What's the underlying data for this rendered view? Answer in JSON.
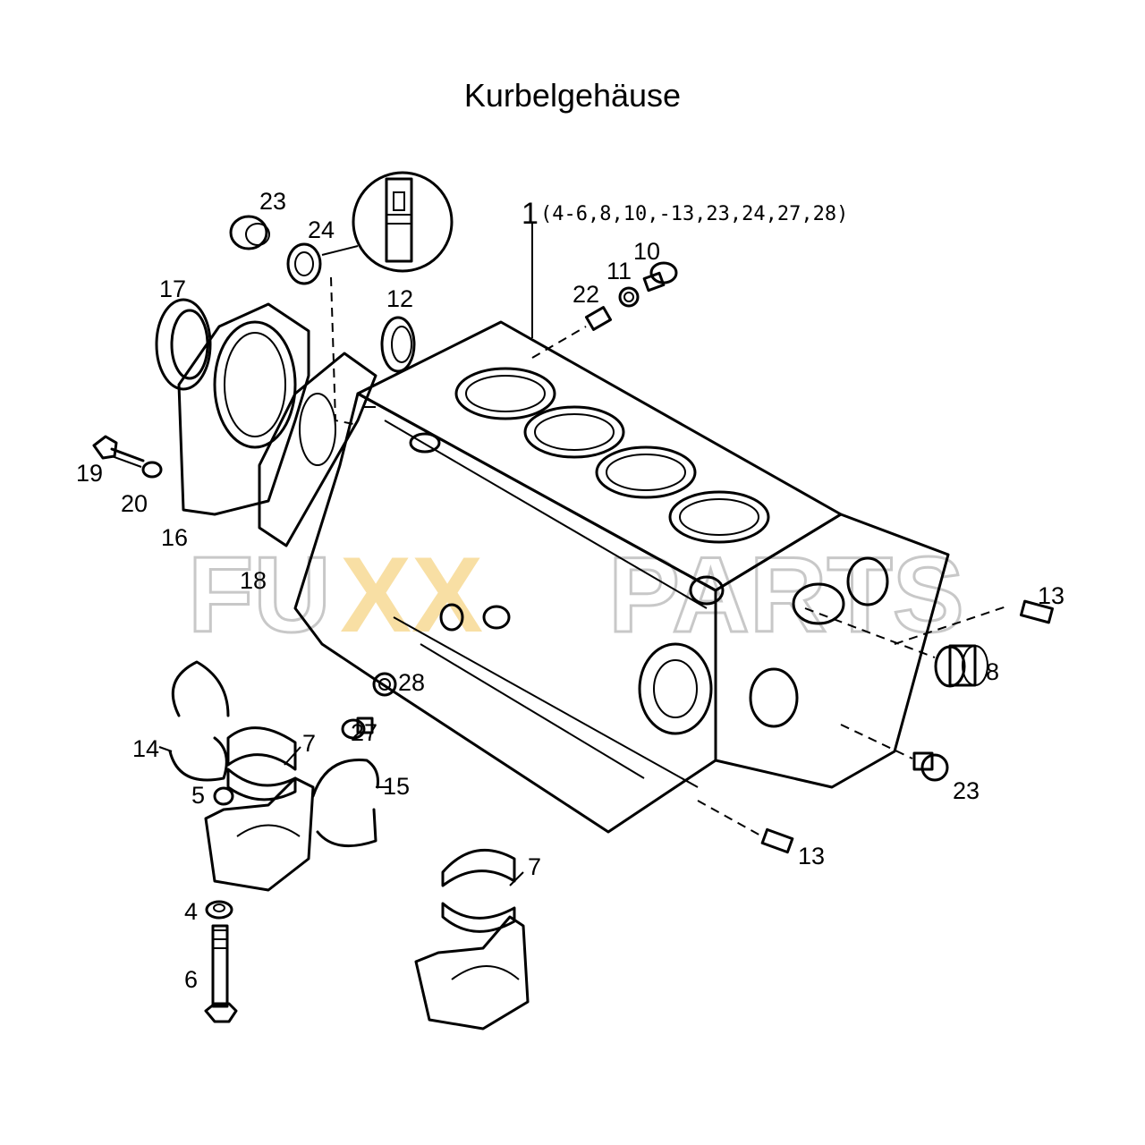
{
  "title": "Kurbelgehäuse",
  "watermark": {
    "prefix": "FU",
    "xx": "XX",
    "suffix": "PARTS",
    "outline_color": "#c8c8c8",
    "accent_color": "#f2c45a"
  },
  "assembly_note": {
    "number": "1",
    "contents": "(4-6,8,10,-13,23,24,27,28)"
  },
  "callouts": {
    "n23_top": "23",
    "n24": "24",
    "n17": "17",
    "n12": "12",
    "n22": "22",
    "n11": "11",
    "n10": "10",
    "n19": "19",
    "n20": "20",
    "n16": "16",
    "n18": "18",
    "n13_right": "13",
    "n8": "8",
    "n14": "14",
    "n7_left": "7",
    "n27": "27",
    "n28": "28",
    "n5": "5",
    "n15": "15",
    "n23_right": "23",
    "n13_bottom": "13",
    "n7_bottom": "7",
    "n4": "4",
    "n6": "6"
  }
}
